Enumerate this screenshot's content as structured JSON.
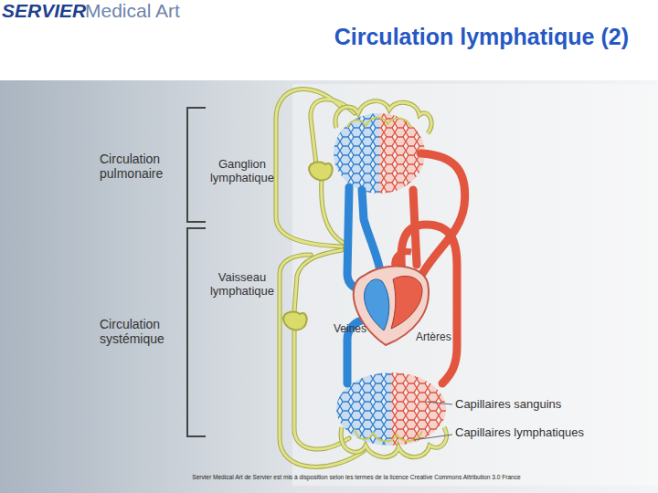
{
  "diagram": {
    "title": "Circulation lymphatique (2)",
    "caption": "Servier Medical Art de Servier est mis à disposition selon les termes de la licence Creative Commons Attribution 3.0 France",
    "labels": [
      "SERVIER",
      "Medical Art",
      "Circulation pulmonaire",
      "Ganglion lymphatique",
      "Vaisseau lymphatique",
      "Circulation systémique",
      "Veines",
      "Artères",
      "Capillaires sanguins",
      "Capillaires lymphatiques"
    ]
  }
}
